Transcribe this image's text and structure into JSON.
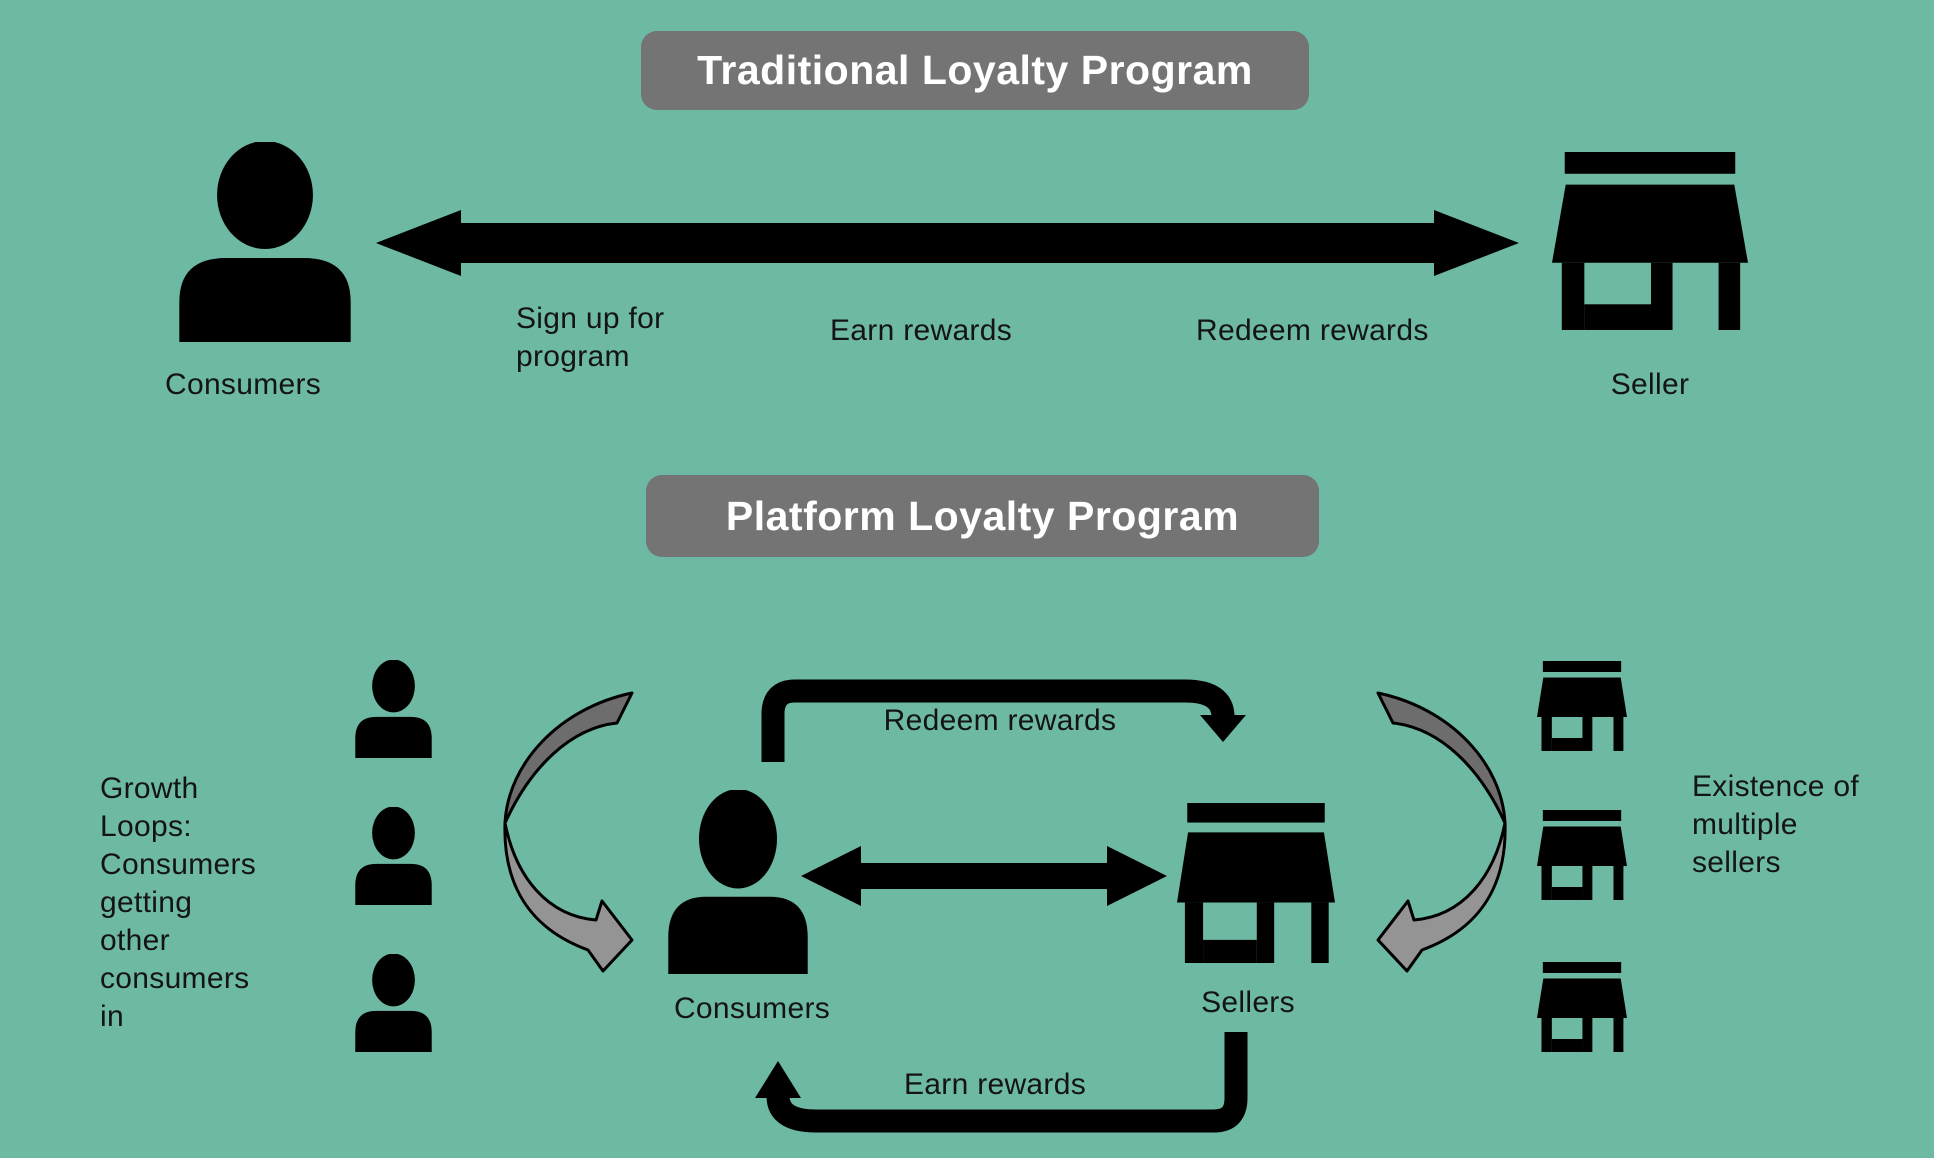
{
  "colors": {
    "background": "#6db9a4",
    "badge_bg": "#747474",
    "badge_text": "#ffffff",
    "ink": "#141414",
    "shape_black": "#000000",
    "loop_arrow_dark": "#6d6d6d",
    "loop_arrow_light": "#949494"
  },
  "traditional": {
    "title": "Traditional Loyalty Program",
    "consumers_label": "Consumers",
    "seller_label": "Seller",
    "signup_label": "Sign up for\nprogram",
    "earn_label": "Earn rewards",
    "redeem_label": "Redeem rewards"
  },
  "platform": {
    "title": "Platform Loyalty Program",
    "growth_note": "Growth\nLoops:\nConsumers\ngetting\nother\nconsumers\nin",
    "redeem_label": "Redeem rewards",
    "consumers_label": "Consumers",
    "sellers_label": "Sellers",
    "earn_label": "Earn rewards",
    "sellers_note": "Existence of\nmultiple\nsellers"
  }
}
